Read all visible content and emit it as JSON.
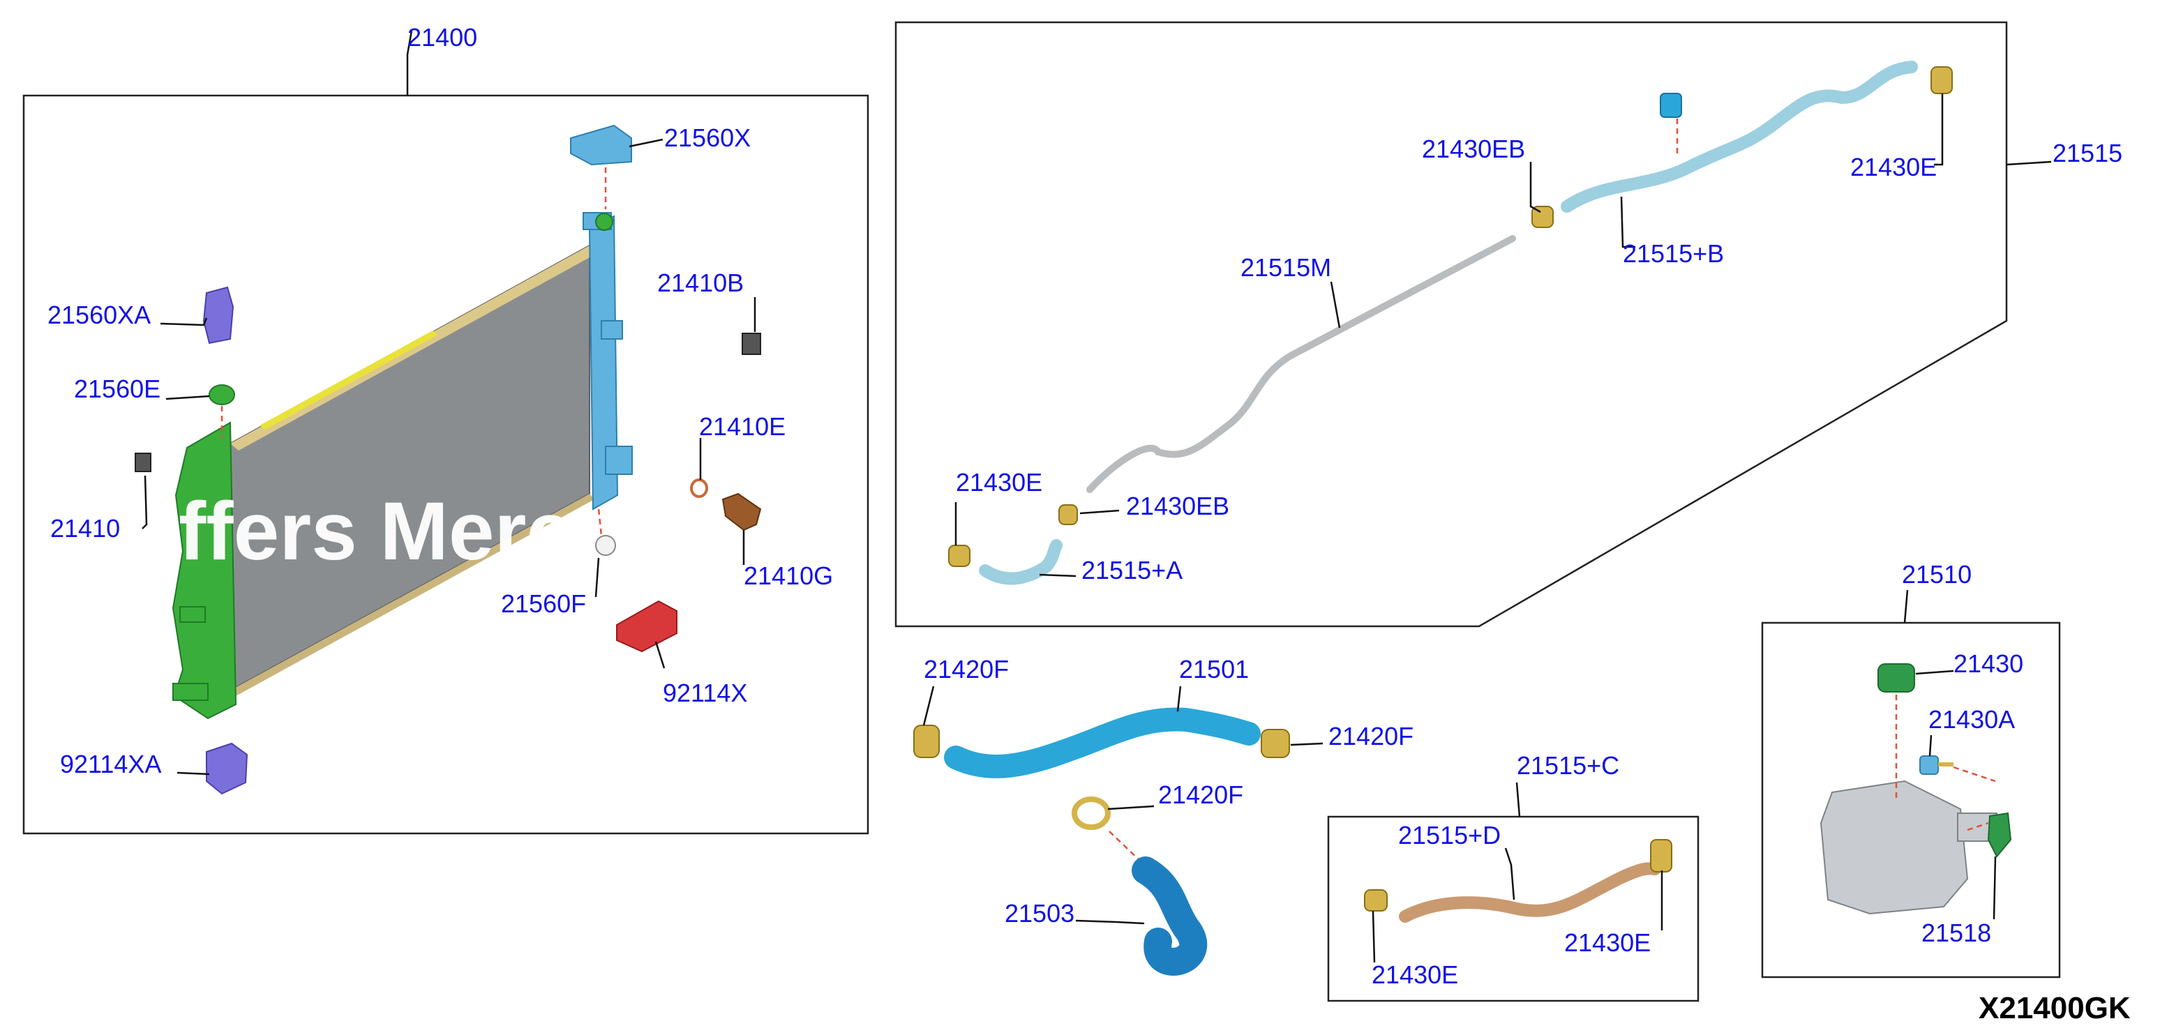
{
  "diagram_id": "X21400GK",
  "watermark": "ffers Merc",
  "callouts": {
    "c21400": "21400",
    "c21560X": "21560X",
    "c21560XA": "21560XA",
    "c21560E": "21560E",
    "c21410B": "21410B",
    "c21410E": "21410E",
    "c21410": "21410",
    "c21410G": "21410G",
    "c21560F": "21560F",
    "c92114X": "92114X",
    "c92114XA": "92114XA",
    "c21430EB_top": "21430EB",
    "c21430E_tr": "21430E",
    "c21515": "21515",
    "c21515M": "21515M",
    "c21515B": "21515+B",
    "c21430E_left": "21430E",
    "c21430EB_low": "21430EB",
    "c21515A": "21515+A",
    "c21420F_a": "21420F",
    "c21501": "21501",
    "c21420F_b": "21420F",
    "c21420F_c": "21420F",
    "c21503": "21503",
    "c21515C": "21515+C",
    "c21515D": "21515+D",
    "c21430E_c1": "21430E",
    "c21430E_c2": "21430E",
    "c21510": "21510",
    "c21430": "21430",
    "c21430A": "21430A",
    "c21518": "21518"
  },
  "colors": {
    "callout_text": "#1010e6",
    "radiator_core": "#8a8d90",
    "radiator_tank_left": "#3aae3a",
    "radiator_tank_right": "#5fb3de",
    "radiator_top_rail": "#dcc98a",
    "radiator_highlight": "#e9e23a",
    "bracket": "#7b6fdc",
    "hose_blue": "#2aa7d8",
    "hose_light": "#9ccfe0",
    "hose_dark": "#1e7fc0",
    "hose_copper": "#c99a70",
    "clamp": "#d4b44a",
    "cap_green": "#2f9a4a",
    "red_part": "#d8383a",
    "reservoir": "#c8ccd0",
    "pipe_grey": "#b9bcbe"
  },
  "icons": {
    "radiator": "radiator-assembly-icon",
    "hose": "coolant-hose-icon",
    "clamp": "hose-clamp-icon",
    "reservoir": "expansion-tank-icon"
  }
}
